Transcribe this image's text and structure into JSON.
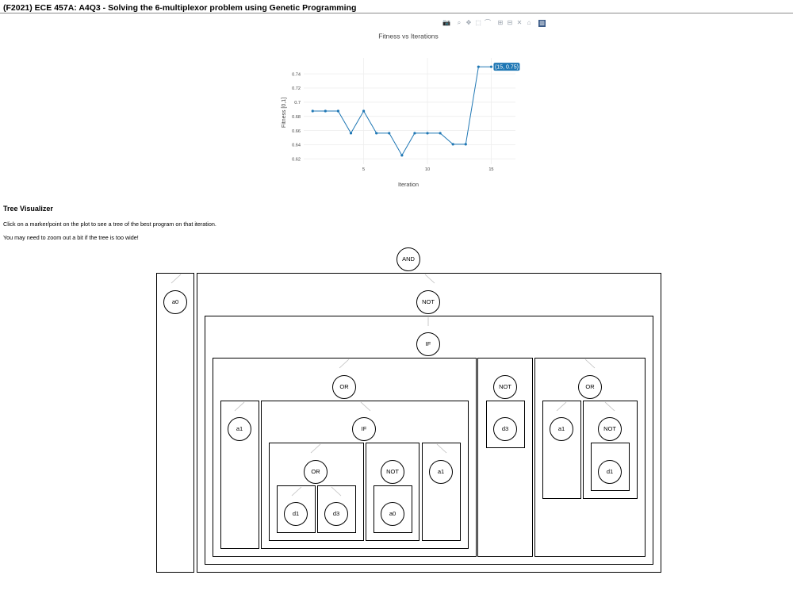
{
  "page": {
    "title": "(F2021) ECE 457A: A4Q3 - Solving the 6-multiplexor problem using Genetic Programming",
    "section_title": "Tree Visualizer",
    "instructions": [
      "Click on a marker/point on the plot to see a tree of the best program on that iteration.",
      "You may need to zoom out a bit if the tree is too wide!"
    ]
  },
  "toolbar": {
    "icons": [
      "camera-icon",
      "zoom-icon",
      "pan-icon",
      "box-select-icon",
      "lasso-icon",
      "zoom-in-icon",
      "zoom-out-icon",
      "autoscale-icon",
      "reset-axes-icon",
      "plotly-logo-icon"
    ],
    "glyphs": [
      "📷",
      "⌕",
      "✥",
      "⬚",
      "⌒",
      "⊞",
      "⊟",
      "✕",
      "⌂",
      "▥"
    ]
  },
  "chart_data": {
    "type": "line",
    "title": "Fitness vs Iterations",
    "xlabel": "Iteration",
    "ylabel": "Fitness [0,1]",
    "xlim": [
      0.3,
      16.9
    ],
    "ylim": [
      0.6125,
      0.7625
    ],
    "x_ticks": [
      5,
      10,
      15
    ],
    "y_ticks": [
      0.62,
      0.64,
      0.66,
      0.68,
      0.7,
      0.72,
      0.74
    ],
    "y_tick_labels": [
      "0.62",
      "0.64",
      "0.66",
      "0.68",
      "0.7",
      "0.72",
      "0.74"
    ],
    "grid": true,
    "color": "#1f77b4",
    "series": [
      {
        "x": [
          1,
          2,
          3,
          4,
          5,
          6,
          7,
          8,
          9,
          10,
          11,
          12,
          13,
          14,
          15
        ],
        "y": [
          0.6875,
          0.6875,
          0.6875,
          0.65625,
          0.6875,
          0.65625,
          0.65625,
          0.625,
          0.65625,
          0.65625,
          0.65625,
          0.640625,
          0.640625,
          0.75,
          0.75
        ]
      }
    ],
    "hover_label": "(15, 0.75)",
    "hover_point": {
      "x": 15,
      "y": 0.75
    }
  },
  "tree": {
    "nodes": [
      {
        "id": "and",
        "label": "AND"
      },
      {
        "id": "a0",
        "label": "a0"
      },
      {
        "id": "not1",
        "label": "NOT"
      },
      {
        "id": "if1",
        "label": "IF"
      },
      {
        "id": "or1",
        "label": "OR"
      },
      {
        "id": "a1_1",
        "label": "a1"
      },
      {
        "id": "if2",
        "label": "IF"
      },
      {
        "id": "or2",
        "label": "OR"
      },
      {
        "id": "d1_1",
        "label": "d1"
      },
      {
        "id": "d3_1",
        "label": "d3"
      },
      {
        "id": "not2",
        "label": "NOT"
      },
      {
        "id": "a0_2",
        "label": "a0"
      },
      {
        "id": "a1_2",
        "label": "a1"
      },
      {
        "id": "not3",
        "label": "NOT"
      },
      {
        "id": "d3_2",
        "label": "d3"
      },
      {
        "id": "or3",
        "label": "OR"
      },
      {
        "id": "a1_3",
        "label": "a1"
      },
      {
        "id": "not4",
        "label": "NOT"
      },
      {
        "id": "d1_2",
        "label": "d1"
      }
    ]
  }
}
